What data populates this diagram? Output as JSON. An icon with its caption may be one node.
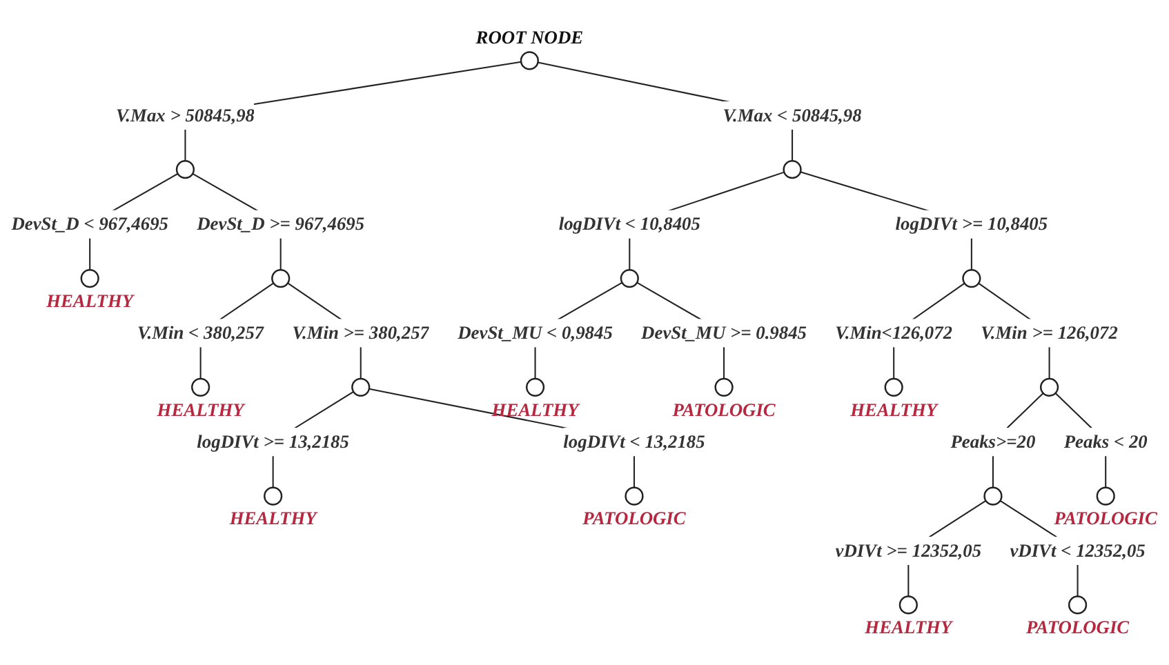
{
  "diagram": {
    "nodes": [
      {
        "text": [],
        "shape": "circle",
        "beside": [
          "ROOT NODE"
        ]
      },
      {
        "text": [],
        "shape": "circle"
      },
      {
        "text": [],
        "shape": "circle"
      },
      {
        "text": [],
        "shape": "circle",
        "beside": [
          "HEALTHY"
        ]
      },
      {
        "text": [],
        "shape": "circle"
      },
      {
        "text": [],
        "shape": "circle",
        "beside": [
          "HEALTHY"
        ]
      },
      {
        "text": [],
        "shape": "circle"
      },
      {
        "text": [],
        "shape": "circle",
        "beside": [
          "HEALTHY"
        ]
      },
      {
        "text": [],
        "shape": "circle",
        "beside": [
          "PATOLOGIC"
        ]
      },
      {
        "text": [],
        "shape": "circle"
      },
      {
        "text": [],
        "shape": "circle"
      },
      {
        "text": [],
        "shape": "circle",
        "beside": [
          "HEALTHY"
        ]
      },
      {
        "text": [],
        "shape": "circle",
        "beside": [
          "PATOLOGIC"
        ]
      },
      {
        "text": [],
        "shape": "circle",
        "beside": [
          "HEALTHY"
        ]
      },
      {
        "text": [],
        "shape": "circle"
      },
      {
        "text": [],
        "shape": "circle"
      },
      {
        "text": [],
        "shape": "circle",
        "beside": [
          "PATOLOGIC"
        ]
      },
      {
        "text": [],
        "shape": "circle",
        "beside": [
          "HEALTHY"
        ]
      },
      {
        "text": [],
        "shape": "circle",
        "beside": [
          "PATOLOGIC"
        ]
      }
    ],
    "edges": [
      {
        "from": 0,
        "to": 1,
        "arrow": "none",
        "label": "V.Max > 50845,98"
      },
      {
        "from": 0,
        "to": 2,
        "arrow": "none",
        "label": "V.Max < 50845,98"
      },
      {
        "from": 1,
        "to": 3,
        "arrow": "none",
        "label": "DevSt_D < 967,4695"
      },
      {
        "from": 1,
        "to": 4,
        "arrow": "none",
        "label": "DevSt_D >= 967,4695"
      },
      {
        "from": 4,
        "to": 5,
        "arrow": "none",
        "label": "V.Min < 380,257"
      },
      {
        "from": 4,
        "to": 6,
        "arrow": "none",
        "label": "V.Min >= 380,257"
      },
      {
        "from": 6,
        "to": 7,
        "arrow": "none",
        "label": "logDIVt >= 13,2185"
      },
      {
        "from": 6,
        "to": 8,
        "arrow": "none",
        "label": "logDIVt < 13,2185"
      },
      {
        "from": 2,
        "to": 9,
        "arrow": "none",
        "label": "logDIVt < 10,8405"
      },
      {
        "from": 2,
        "to": 10,
        "arrow": "none",
        "label": "logDIVt >= 10,8405"
      },
      {
        "from": 9,
        "to": 11,
        "arrow": "none",
        "label": "DevSt_MU < 0,9845"
      },
      {
        "from": 9,
        "to": 12,
        "arrow": "none",
        "label": "DevSt_MU >= 0.9845"
      },
      {
        "from": 10,
        "to": 13,
        "arrow": "none",
        "label": "V.Min<126,072"
      },
      {
        "from": 10,
        "to": 14,
        "arrow": "none",
        "label": "V.Min >= 126,072"
      },
      {
        "from": 14,
        "to": 15,
        "arrow": "none",
        "label": "Peaks>=20"
      },
      {
        "from": 14,
        "to": 16,
        "arrow": "none",
        "label": "Peaks < 20"
      },
      {
        "from": 15,
        "to": 17,
        "arrow": "none",
        "label": "vDIVt >= 12352,05"
      },
      {
        "from": 15,
        "to": 18,
        "arrow": "none",
        "label": "vDIVt < 12352,05"
      }
    ]
  }
}
